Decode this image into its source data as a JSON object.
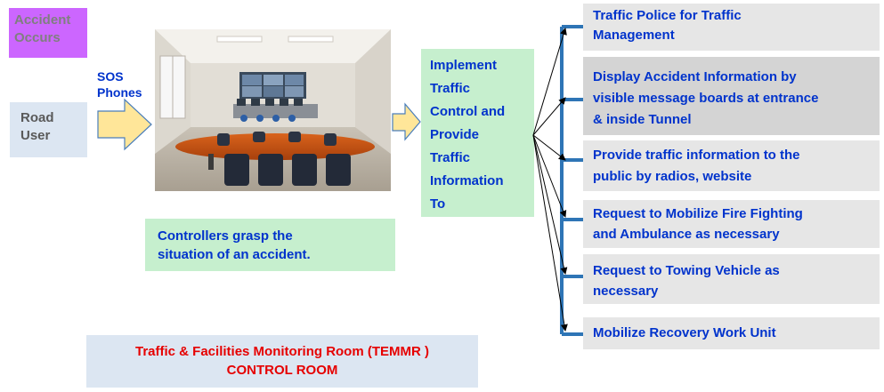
{
  "accident_box": {
    "lines": [
      "Accident",
      "Occurs"
    ]
  },
  "road_user": {
    "lines": [
      "Road",
      "User"
    ]
  },
  "sos_label": {
    "lines": [
      "SOS",
      "Phones"
    ]
  },
  "implement_box": {
    "lines": [
      "Implement",
      "Traffic",
      "Control and",
      "Provide",
      "Traffic",
      "Information",
      "To"
    ]
  },
  "controllers_box": {
    "lines": [
      "Controllers grasp the",
      "situation of an accident."
    ]
  },
  "monitoring_room": {
    "lines": [
      "Traffic & Facilities Monitoring Room (TEMMR )",
      "CONTROL ROOM"
    ]
  },
  "actions": [
    {
      "lines": [
        "Traffic Police for Traffic",
        "Management"
      ]
    },
    {
      "lines": [
        "Display Accident Information by",
        "visible message boards  at entrance",
        "& inside Tunnel"
      ]
    },
    {
      "lines": [
        "Provide traffic information to the",
        "public by radios, website"
      ]
    },
    {
      "lines": [
        "Request to Mobilize Fire Fighting",
        "and Ambulance as necessary"
      ]
    },
    {
      "lines": [
        "Request to Towing Vehicle as",
        "necessary"
      ]
    },
    {
      "lines": [
        "Mobilize Recovery Work Unit"
      ]
    }
  ],
  "colors": {
    "text_blue": "#0033cc",
    "text_red": "#e60000",
    "arrow_fill": "#ffe699",
    "arrow_stroke": "#4a7ebb",
    "bracket_blue": "#2e75b6"
  }
}
